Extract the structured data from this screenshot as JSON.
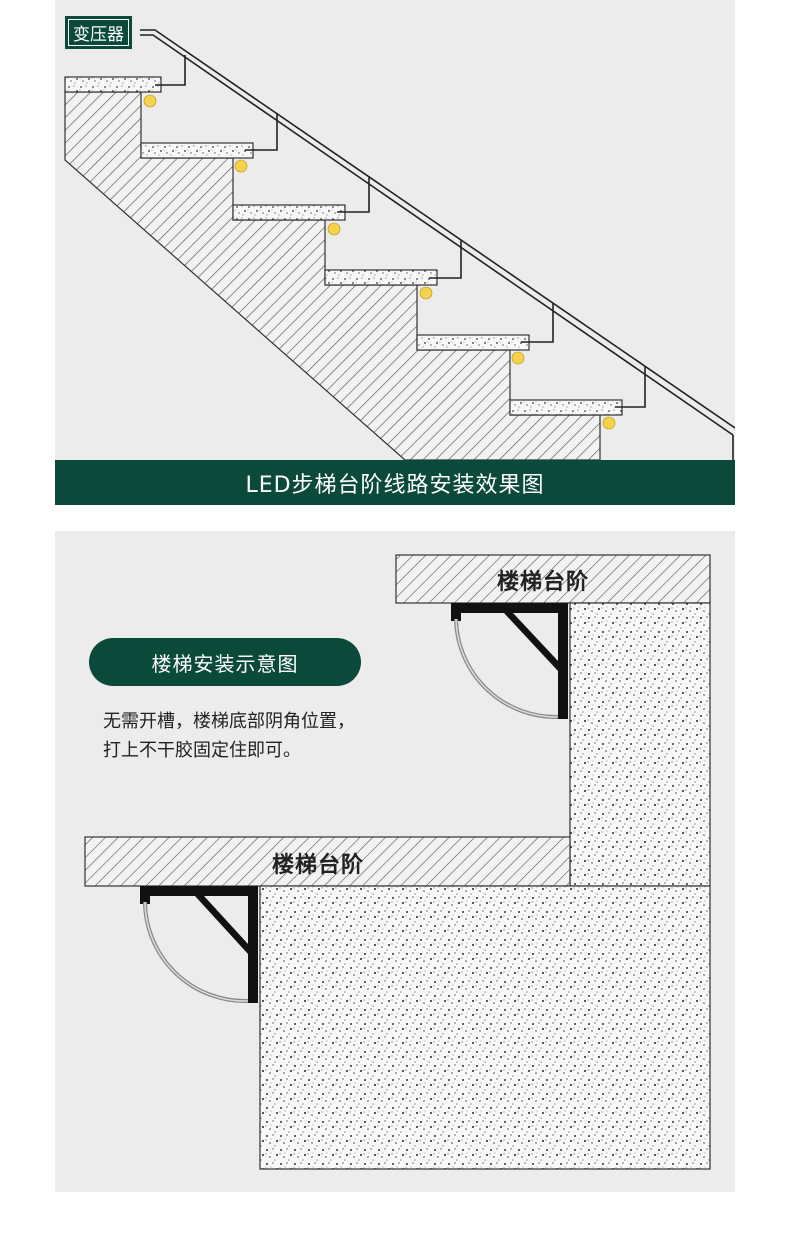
{
  "top_panel": {
    "transformer_label": "变压器",
    "caption": "LED步梯台阶线路安装效果图"
  },
  "bottom_panel": {
    "title": "楼梯安装示意图",
    "description": "无需开槽，楼梯底部阴角位置，打上不干胶固定住即可。",
    "step_label_upper": "楼梯台阶",
    "step_label_lower": "楼梯台阶"
  },
  "colors": {
    "brand_green": "#0b4a3b",
    "led_yellow": "#f5d24a",
    "panel_bg": "#ececec"
  }
}
